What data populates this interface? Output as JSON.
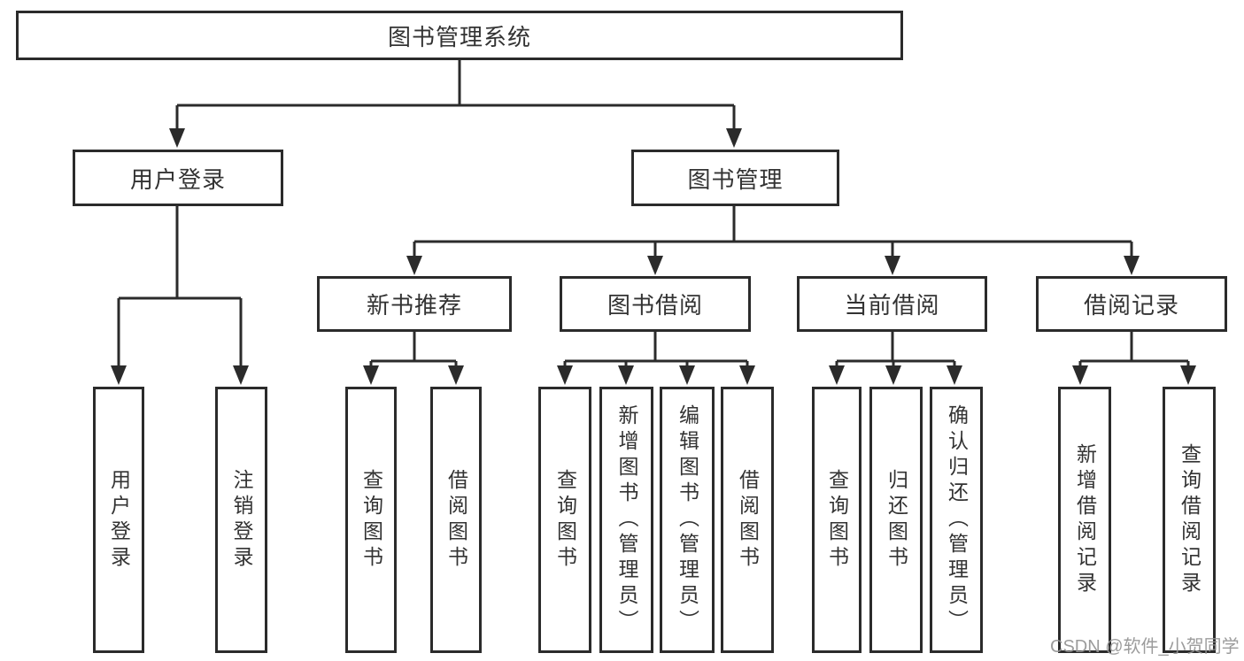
{
  "diagram": {
    "root": {
      "label": "图书管理系统"
    },
    "level2": [
      {
        "label": "用户登录"
      },
      {
        "label": "图书管理"
      }
    ],
    "level3": [
      {
        "label": "新书推荐"
      },
      {
        "label": "图书借阅"
      },
      {
        "label": "当前借阅"
      },
      {
        "label": "借阅记录"
      }
    ],
    "leaves": [
      {
        "label": "用户登录"
      },
      {
        "label": "注销登录"
      },
      {
        "label": "查询图书"
      },
      {
        "label": "借阅图书"
      },
      {
        "label": "查询图书"
      },
      {
        "label": "新增图书（管理员）"
      },
      {
        "label": "编辑图书（管理员）"
      },
      {
        "label": "借阅图书"
      },
      {
        "label": "查询图书"
      },
      {
        "label": "归还图书"
      },
      {
        "label": "确认归还（管理员）"
      },
      {
        "label": "新增借阅记录"
      },
      {
        "label": "查询借阅记录"
      }
    ],
    "watermark": "CSDN @软件_小贺同学",
    "colors": {
      "line": "#2b2b2b",
      "text": "#333333",
      "watermark": "#949494",
      "background": "#ffffff"
    }
  }
}
